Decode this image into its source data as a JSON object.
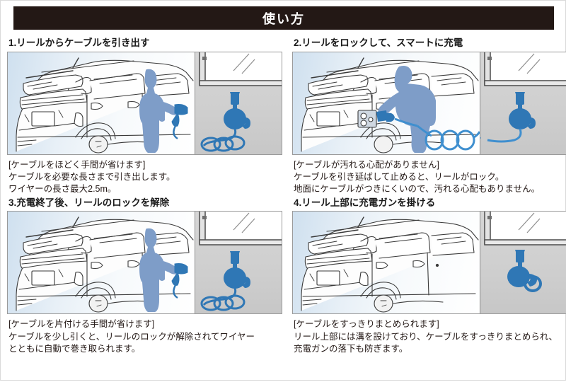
{
  "header": {
    "title": "使い方"
  },
  "steps": [
    {
      "title": "1.リールからケーブルを引き出す",
      "scene_name": "person-pulling-cable-from-reel",
      "caption": {
        "lead": "[ケーブルをほどく手間が省けます]",
        "lines": [
          "ケーブルを必要な長さまで引き出します。",
          "ワイヤーの長さ最大2.5m。"
        ]
      }
    },
    {
      "title": "2.リールをロックして、スマートに充電",
      "scene_name": "person-plugging-charge-gun-into-car",
      "caption": {
        "lead": "[ケーブルが汚れる心配がありません]",
        "lines": [
          "ケーブルを引き延ばして止めると、リールがロック。",
          "地面にケーブルがつきにくいので、汚れる心配もありません。"
        ]
      }
    },
    {
      "title": "3.充電終了後、リールのロックを解除",
      "scene_name": "person-releasing-reel-lock",
      "caption": {
        "lead": "[ケーブルを片付ける手間が省けます]",
        "lines": [
          "ケーブルを少し引くと、リールのロックが解除されてワイヤー",
          "とともに自動で巻き取られます。"
        ]
      }
    },
    {
      "title": "4.リール上部に充電ガンを掛ける",
      "scene_name": "charge-gun-hung-on-reel-top",
      "caption": {
        "lead": "[ケーブルをすっきりまとめられます]",
        "lines": [
          "リール上部には溝を設けており、ケーブルをすっきりまとめられ、",
          "充電ガンの落下も防ぎます。"
        ]
      }
    }
  ],
  "colors": {
    "header_bar": "#231815",
    "header_text": "#ffffff",
    "accent_blue": "#2f77b5",
    "silhouette_blue": "#7e9dc8",
    "wall_gray": "#cfcfcf",
    "sky_blue": "#cfe0ef",
    "text": "#231815"
  }
}
